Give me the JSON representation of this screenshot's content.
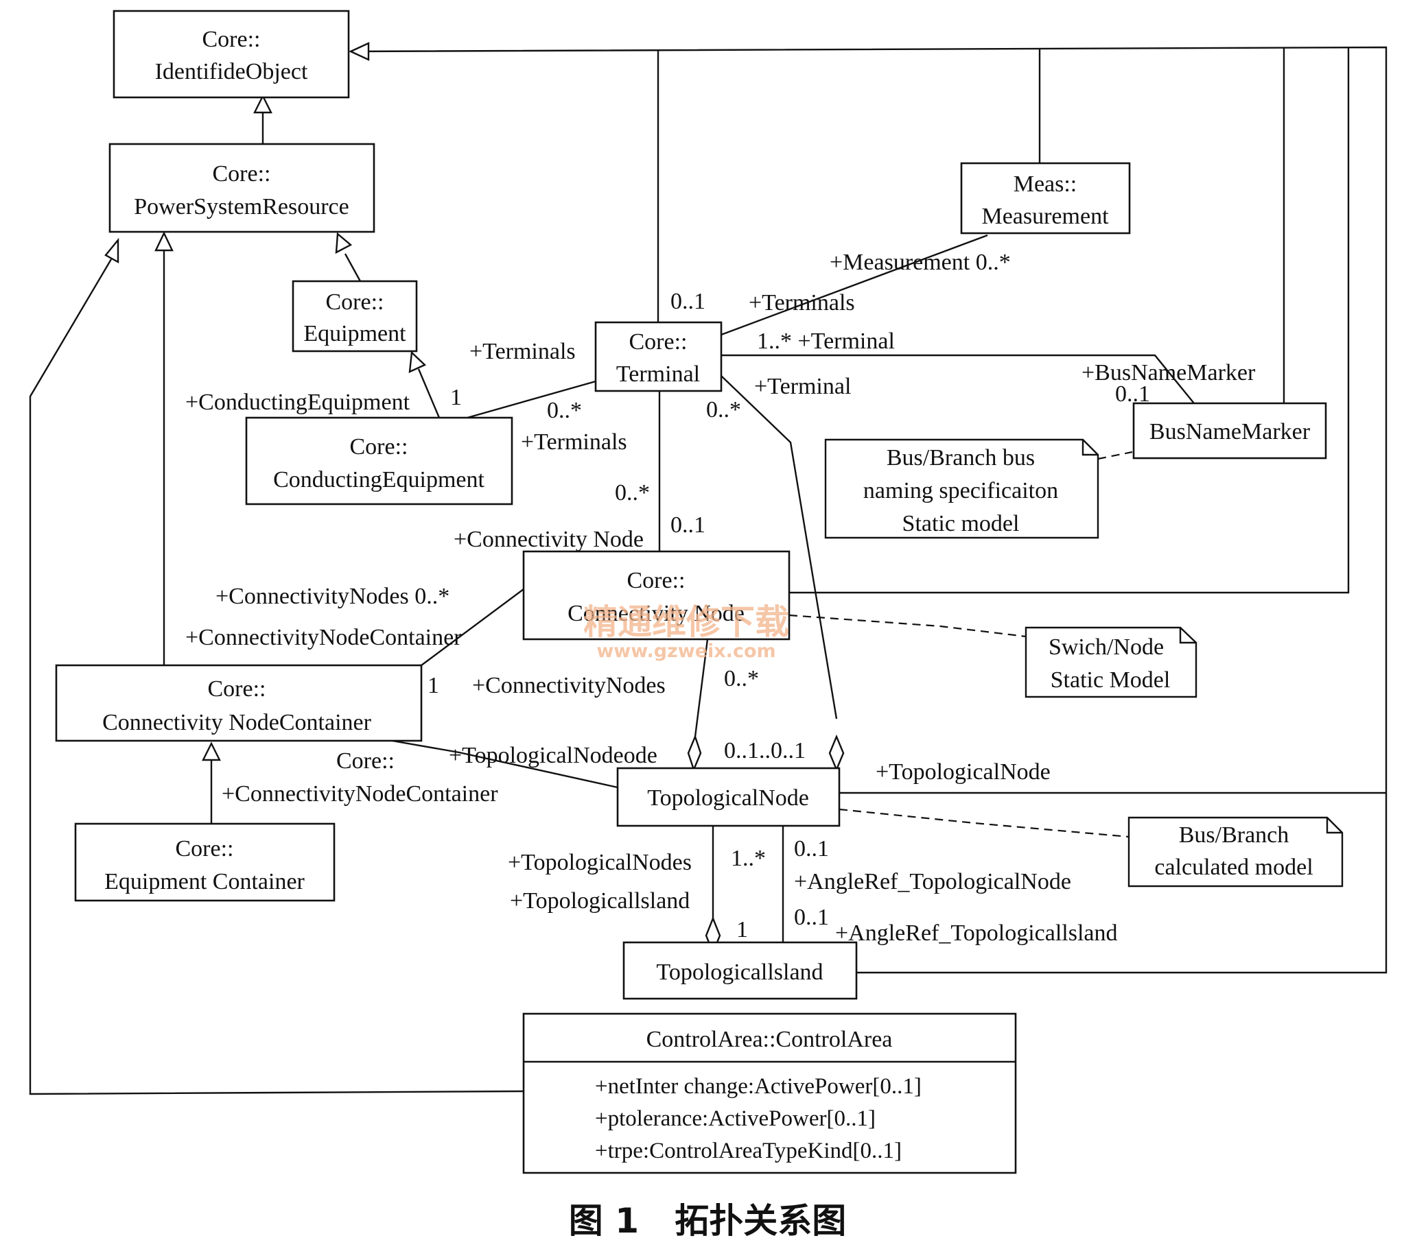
{
  "classes": {
    "identified_object": {
      "line1": "Core::",
      "line2": "IdentifideObject"
    },
    "power_system_resource": {
      "line1": "Core::",
      "line2": "PowerSystemResource"
    },
    "equipment": {
      "line1": "Core::",
      "line2": "Equipment"
    },
    "terminal": {
      "line1": "Core::",
      "line2": "Terminal"
    },
    "measurement": {
      "line1": "Meas::",
      "line2": "Measurement"
    },
    "conducting_equipment": {
      "line1": "Core::",
      "line2": "ConductingEquipment"
    },
    "bus_name_marker": {
      "line1": "BusNameMarker"
    },
    "connectivity_node": {
      "line1": "Core::",
      "line2": "Connectivity Node"
    },
    "connectivity_node_container": {
      "line1": "Core::",
      "line2": "Connectivity NodeContainer"
    },
    "equipment_container": {
      "line1": "Core::",
      "line2": "Equipment Container"
    },
    "topological_node": {
      "line1": "TopologicalNode"
    },
    "topological_island": {
      "line1": "Topologicallsland"
    },
    "control_area": {
      "title": "ControlArea::ControlArea",
      "attributes": [
        "+netInter change:ActivePower[0..1]",
        "+ptolerance:ActivePower[0..1]",
        "+trpe:ControlAreaTypeKind[0..1]"
      ]
    }
  },
  "notes": {
    "bus_branch_naming": [
      "Bus/Branch bus",
      "naming specificaiton",
      "Static model"
    ],
    "switch_node": [
      "Swich/Node",
      "Static Model"
    ],
    "bus_branch_calc": [
      "Bus/Branch",
      "calculated model"
    ]
  },
  "labels": {
    "terminal_mult_top": "0..1",
    "plus_terminals_a": "+Terminals",
    "plus_measurement": "+Measurement 0..*",
    "plus_terminals_meas": "+Terminals",
    "mult_terminal_bnm": "1..* +Terminal",
    "plus_bus_name_marker": "+BusNameMarker",
    "bnm_mult": "0..1",
    "plus_terminal_tn": "+Terminal",
    "mult_terminal_tn": "0..*",
    "plus_conducting_equipment": "+ConductingEquipment",
    "ce_mult_1": "1",
    "ce_mult_terms": "0..*",
    "plus_terminals_b": "+Terminals",
    "cn_terms_mult": "0..*",
    "cn_mult_01": "0..1",
    "plus_connectivity_node": "+Connectivity Node",
    "plus_connectivity_nodes_mult": "+ConnectivityNodes 0..*",
    "plus_cn_container": "+ConnectivityNodeContainer",
    "cnc_mult_1": "1",
    "plus_connectivity_nodes": "+ConnectivityNodes",
    "cn_tn_mult": "0..*",
    "core_label": "Core::",
    "plus_topo_nodeode": "+TopologicalNodeode",
    "tn_mults": "0..1..0..1",
    "plus_cn_container_b": "+ConnectivityNodeContainer",
    "plus_topological_node": "+TopologicalNode",
    "plus_topological_nodes": "+TopologicalNodes",
    "plus_topological_island": "+Topologicallsland",
    "ti_mult_1n": "1..*",
    "ti_mult_1": "1",
    "angle_mult_a": "0..1",
    "plus_angle_ref_tn": "+AngleRef_TopologicalNode",
    "angle_mult_b": "0..1",
    "plus_angle_ref_ti": "+AngleRef_Topologicallsland"
  },
  "watermark": {
    "line1": "精通维修下载",
    "line2": "www.gzweix.com"
  },
  "caption": "图 1   拓扑关系图"
}
